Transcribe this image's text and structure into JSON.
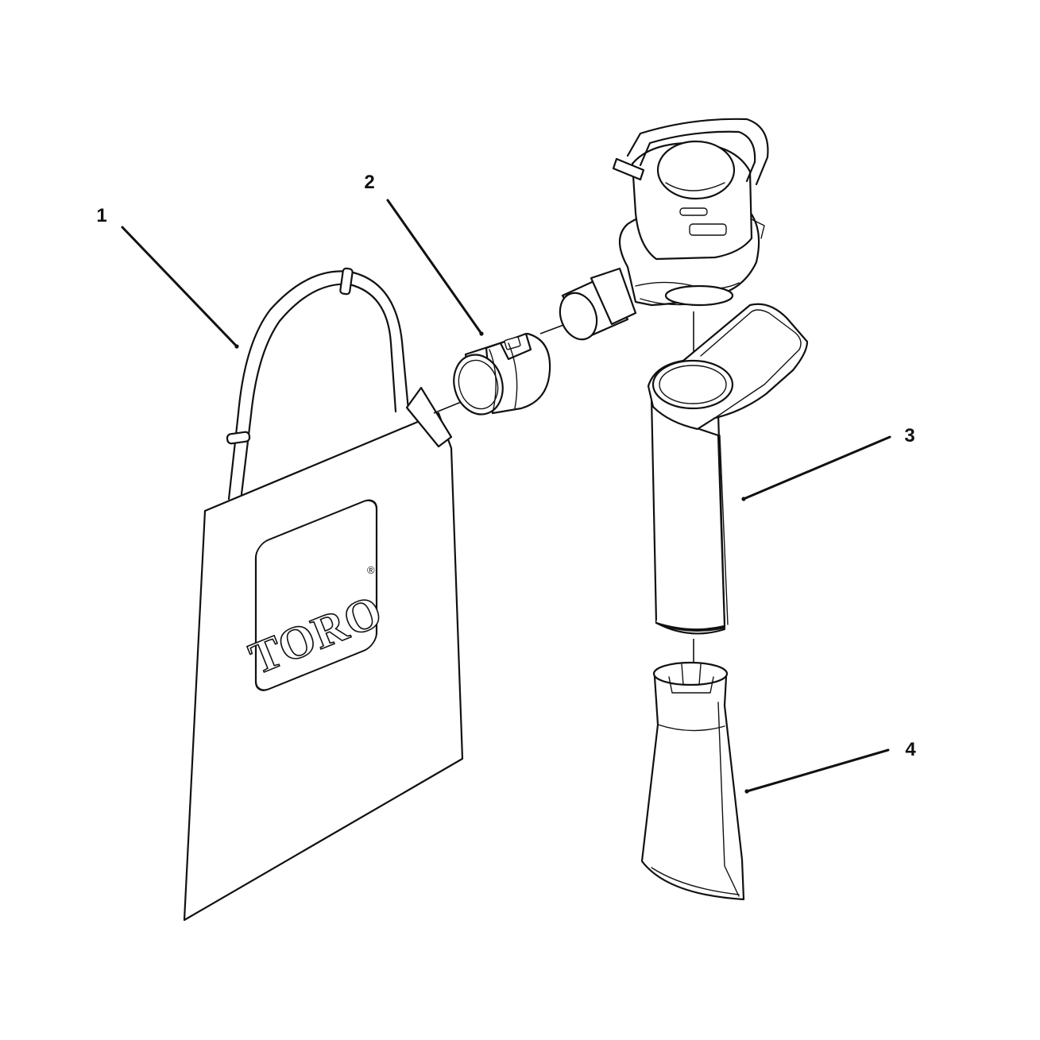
{
  "diagram": {
    "parts": [
      {
        "number": "1",
        "icon": "bag-icon"
      },
      {
        "number": "2",
        "icon": "adapter-icon"
      },
      {
        "number": "3",
        "icon": "tube-icon"
      },
      {
        "number": "4",
        "icon": "nozzle-icon"
      }
    ],
    "logo": {
      "text": "TORO",
      "mark": "®"
    }
  }
}
